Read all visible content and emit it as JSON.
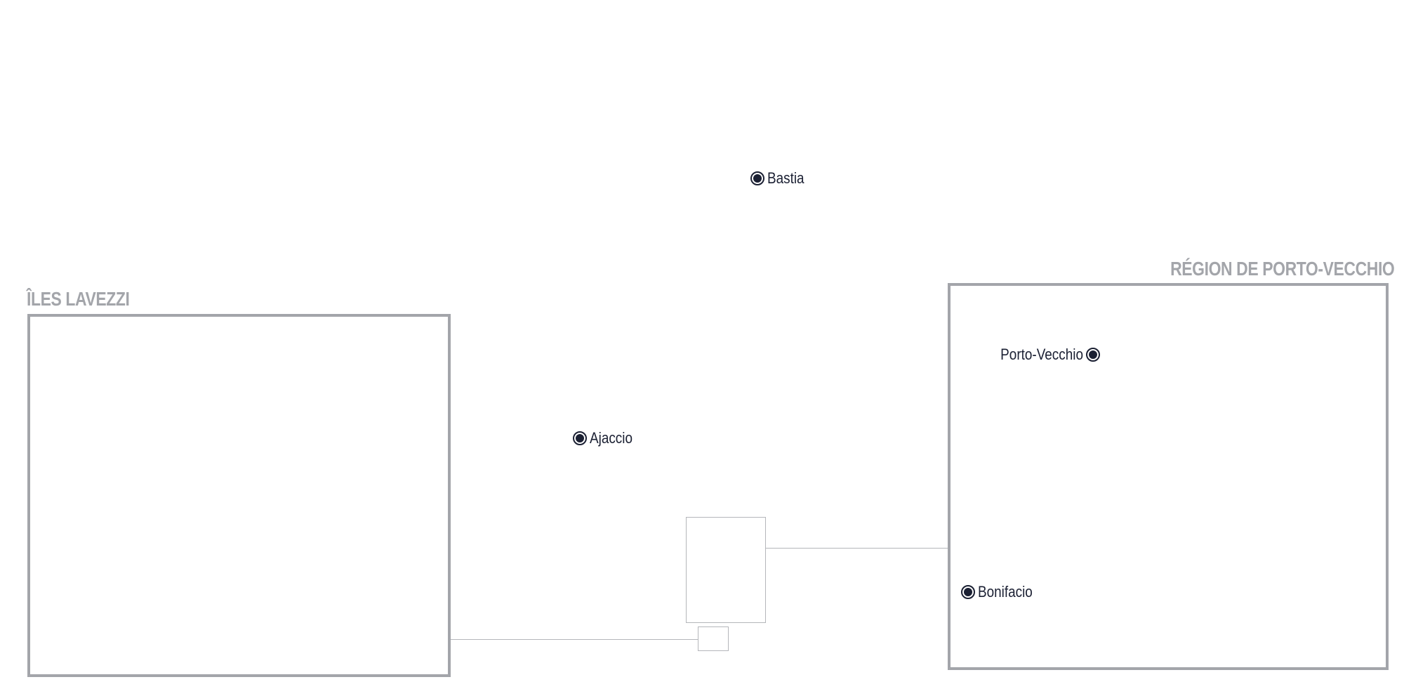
{
  "map": {
    "insets": {
      "lavezzi": {
        "title": "ÎLES LAVEZZI"
      },
      "porto_vecchio": {
        "title": "RÉGION DE PORTO-VECCHIO"
      }
    },
    "cities": {
      "bastia": "Bastia",
      "ajaccio": "Ajaccio",
      "porto_vecchio": "Porto-Vecchio",
      "bonifacio": "Bonifacio"
    },
    "colors": {
      "frame": "#a3a5aa",
      "leader": "#b4b6ba",
      "city": "#1b2033",
      "background": "#ffffff"
    },
    "icons": {
      "city_marker": "city-marker-icon"
    }
  }
}
